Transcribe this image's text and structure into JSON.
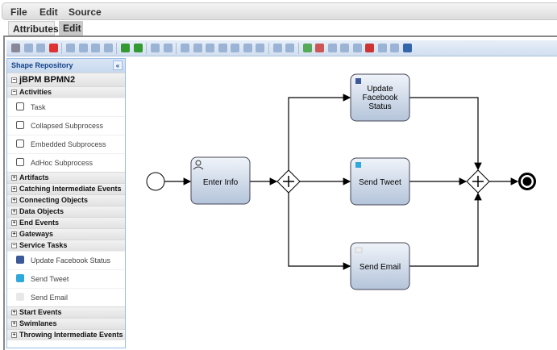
{
  "menu": {
    "file": "File",
    "edit": "Edit",
    "source": "Source"
  },
  "tabs": {
    "attributes": "Attributes",
    "edit": "Edit"
  },
  "repository": {
    "title": "Shape Repository",
    "collapse_icon": "double-chevron-left-icon",
    "root": "jBPM BPMN2",
    "activities": {
      "label": "Activities",
      "items": [
        "Task",
        "Collapsed Subprocess",
        "Embedded Subprocess",
        "AdHoc Subprocess"
      ]
    },
    "groups_mid": [
      "Artifacts",
      "Catching Intermediate Events",
      "Connecting Objects",
      "Data Objects",
      "End Events",
      "Gateways"
    ],
    "service_tasks": {
      "label": "Service Tasks",
      "items": [
        "Update Facebook Status",
        "Send Tweet",
        "Send Email"
      ]
    },
    "groups_end": [
      "Start Events",
      "Swimlanes",
      "Throwing Intermediate Events"
    ]
  },
  "diagram": {
    "enter_info": "Enter Info",
    "update_facebook": [
      "Update",
      "Facebook",
      "Status"
    ],
    "send_tweet": "Send Tweet",
    "send_email": "Send Email"
  },
  "colors": {
    "task_fill_top": "#f0f4fa",
    "task_fill_bottom": "#b8c8dc",
    "accent": "#15428b"
  }
}
